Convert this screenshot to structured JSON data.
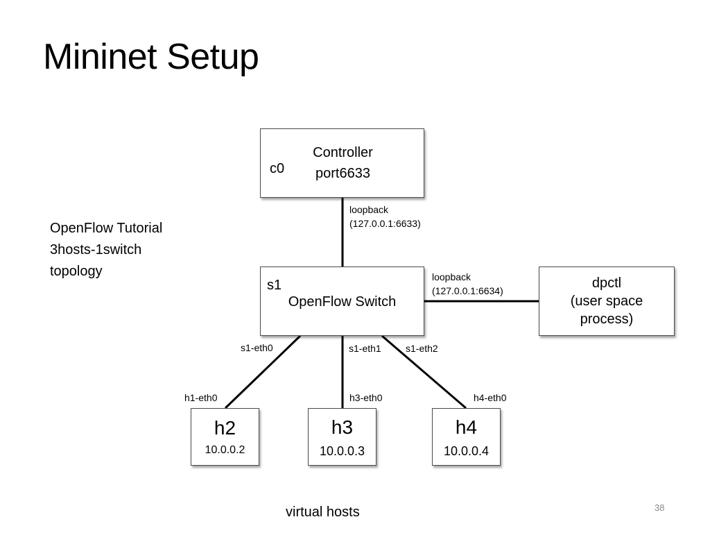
{
  "slide": {
    "title": "Mininet Setup",
    "page_number": "38",
    "footer_caption": "virtual hosts",
    "topology_note": [
      "OpenFlow Tutorial",
      "3hosts-1switch",
      "topology"
    ]
  },
  "controller": {
    "id": "c0",
    "name": "Controller",
    "port": "port6633"
  },
  "switch": {
    "id": "s1",
    "name": "OpenFlow Switch"
  },
  "dpctl": {
    "lines": [
      "dpctl",
      "(user space",
      "process)"
    ]
  },
  "links": {
    "controller_switch": {
      "lines": [
        "loopback",
        "(127.0.0.1:6633)"
      ]
    },
    "switch_dpctl": {
      "lines": [
        "loopback",
        "(127.0.0.1:6634)"
      ]
    }
  },
  "switch_ports": [
    "s1-eth0",
    "s1-eth1",
    "s1-eth2"
  ],
  "hosts": [
    {
      "name": "h2",
      "ip": "10.0.0.2",
      "interface": "h1-eth0"
    },
    {
      "name": "h3",
      "ip": "10.0.0.3",
      "interface": "h3-eth0"
    },
    {
      "name": "h4",
      "ip": "10.0.0.4",
      "interface": "h4-eth0"
    }
  ],
  "colors": {
    "line": "#000000",
    "box_border": "#4a4a4a",
    "page_number": "#8a8a8a"
  }
}
